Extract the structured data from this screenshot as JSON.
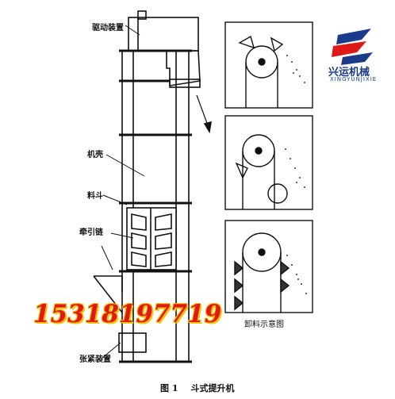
{
  "labels": {
    "drive": "驱动装置",
    "casing": "机壳",
    "bucket": "料斗",
    "chain": "牵引链",
    "tension": "张紧装置",
    "discharge": "卸料示意图"
  },
  "phone": "15318197719",
  "brand": {
    "name_cn": "兴运机械",
    "name_en": "XINGYUNJIXIE",
    "colors": {
      "red": "#e01818",
      "blue": "#1a3a8a",
      "yellow": "#f4c200"
    }
  },
  "caption": {
    "figure": "图 1",
    "title": "斗式提升机"
  }
}
